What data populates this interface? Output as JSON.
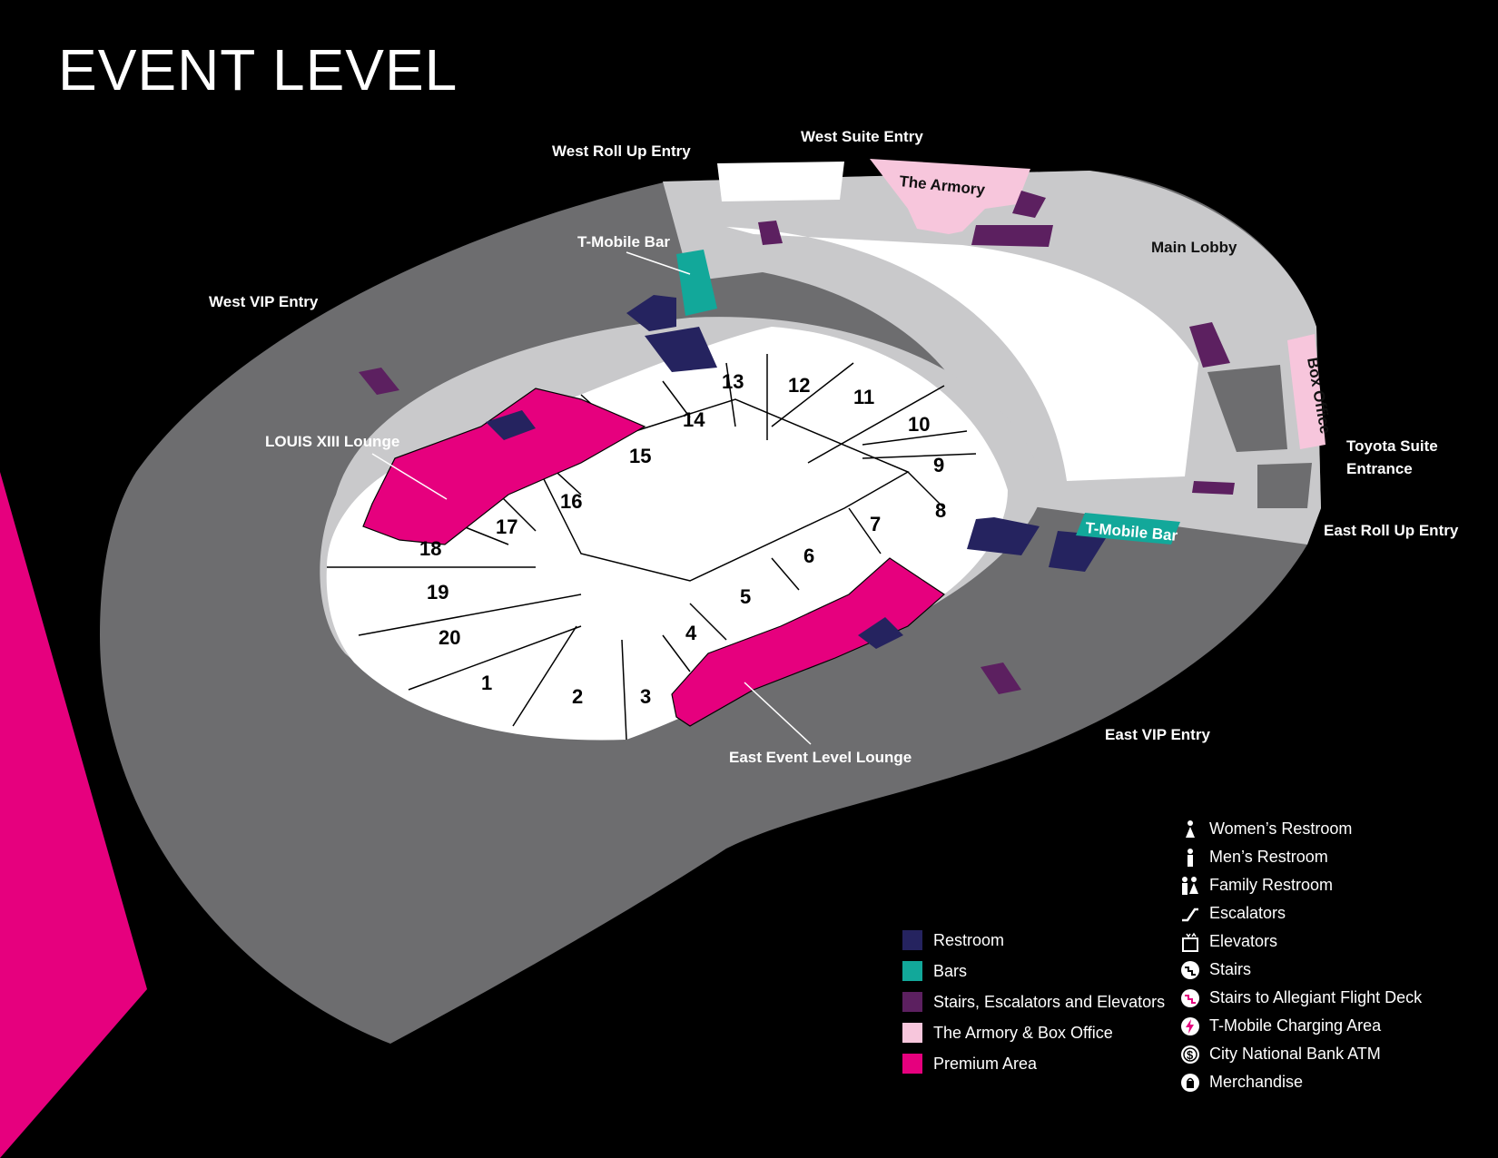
{
  "title": "EVENT LEVEL",
  "colors": {
    "background": "#000000",
    "concourse": "#6d6d6f",
    "lobby": "#c9c9cb",
    "seating": "#ffffff",
    "restroom": "#25235f",
    "bars": "#12a89a",
    "vertical": "#5c2060",
    "armory": "#f7c6dc",
    "premium": "#e6007e"
  },
  "areas": {
    "west_roll_up": "West Roll Up Entry",
    "west_suite": "West Suite Entry",
    "armory": "The Armory",
    "main_lobby": "Main Lobby",
    "tmobile_bar_west": "T-Mobile Bar",
    "west_vip": "West VIP Entry",
    "louis_lounge": "LOUIS XIII Lounge",
    "box_office": "Box Office",
    "toyota_suite_1": "Toyota Suite",
    "toyota_suite_2": "Entrance",
    "tmobile_bar_east": "T-Mobile Bar",
    "east_roll_up": "East Roll Up Entry",
    "east_vip": "East VIP Entry",
    "east_lounge": "East Event Level Lounge"
  },
  "sections": [
    "1",
    "2",
    "3",
    "4",
    "5",
    "6",
    "7",
    "8",
    "9",
    "10",
    "11",
    "12",
    "13",
    "14",
    "15",
    "16",
    "17",
    "18",
    "19",
    "20"
  ],
  "legend": [
    {
      "label": "Restroom",
      "color": "#25235f"
    },
    {
      "label": "Bars",
      "color": "#12a89a"
    },
    {
      "label": "Stairs, Escalators and Elevators",
      "color": "#5c2060"
    },
    {
      "label": "The Armory & Box Office",
      "color": "#f7c6dc"
    },
    {
      "label": "Premium Area",
      "color": "#e6007e"
    }
  ],
  "icon_legend": [
    {
      "label": "Women’s Restroom",
      "icon": "womens-restroom-icon"
    },
    {
      "label": "Men’s Restroom",
      "icon": "mens-restroom-icon"
    },
    {
      "label": "Family Restroom",
      "icon": "family-restroom-icon"
    },
    {
      "label": "Escalators",
      "icon": "escalator-icon"
    },
    {
      "label": "Elevators",
      "icon": "elevator-icon"
    },
    {
      "label": "Stairs",
      "icon": "stairs-icon"
    },
    {
      "label": "Stairs to Allegiant Flight Deck",
      "icon": "flight-deck-stairs-icon"
    },
    {
      "label": "T-Mobile Charging Area",
      "icon": "charging-icon"
    },
    {
      "label": "City National Bank ATM",
      "icon": "atm-icon"
    },
    {
      "label": "Merchandise",
      "icon": "merchandise-icon"
    }
  ]
}
